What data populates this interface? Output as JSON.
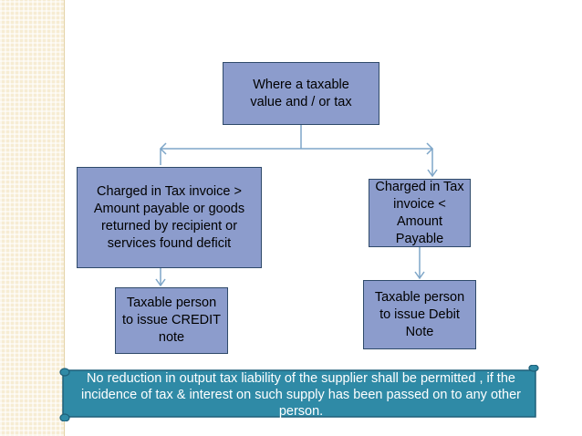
{
  "flowchart": {
    "top": "Where a taxable value  and / or tax",
    "left": "Charged in Tax invoice > Amount payable or goods returned by recipient  or services found deficit",
    "right": "Charged in Tax invoice < Amount Payable",
    "credit": "Taxable person to issue CREDIT note",
    "debit": "Taxable person to issue Debit Note"
  },
  "note": "No reduction in output tax liability of the supplier shall be permitted , if the incidence of tax & interest on such supply has been passed on to any other person.",
  "colors": {
    "box_fill": "#8c9ccc",
    "box_border": "#2f4a6a",
    "connector": "#7ea6c8",
    "banner_fill": "#2f8aa6",
    "background_stripe": "#f6ecd3"
  }
}
